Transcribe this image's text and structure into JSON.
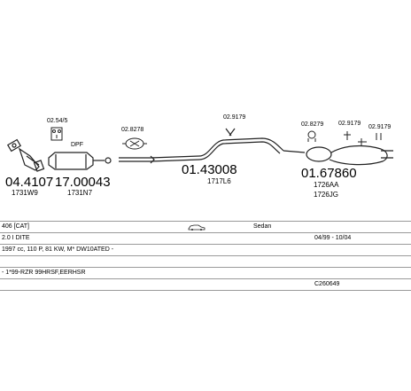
{
  "diagram": {
    "parts": [
      {
        "id": "front-pipe",
        "code": "04.4107",
        "ref": "1731W9",
        "fitting": "",
        "tag": ""
      },
      {
        "id": "dpf",
        "code": "17.00043",
        "ref": "1731N7",
        "fitting": "02.54/5",
        "tag": "DPF"
      },
      {
        "id": "intermediate-clamp",
        "code": "",
        "ref": "",
        "fitting": "02.8278",
        "tag": ""
      },
      {
        "id": "centre-pipe",
        "code": "01.43008",
        "ref": "1717L6",
        "fitting": "02.9179",
        "tag": ""
      },
      {
        "id": "rear-silencer",
        "code": "01.67860",
        "ref": "1726AA",
        "ref2": "1726JG",
        "fitting": "02.8279",
        "fitting2": "02.9179",
        "fitting3": "02.9179",
        "tag": ""
      }
    ]
  },
  "vehicle": {
    "model": "406 [CAT]",
    "body": "Sedan",
    "engine": "2.0 I DITE",
    "dates": "04/99 - 10/04",
    "spec": "1997 cc, 110 P, 81 KW, M* DW10ATED -",
    "notes": "- 1*99-RZR 99HRSF,EERHSR",
    "code": "C260649"
  }
}
